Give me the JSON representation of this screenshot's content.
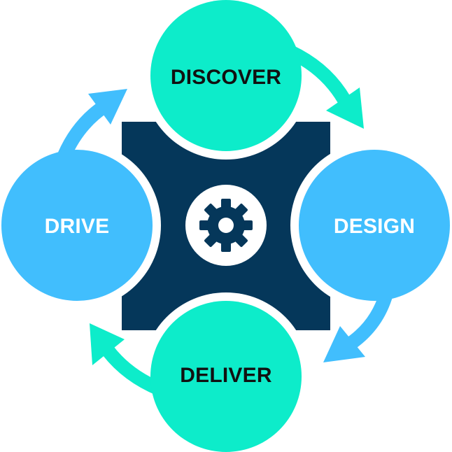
{
  "diagram": {
    "center_icon": "gear-icon",
    "stages": {
      "discover": {
        "label": "DISCOVER",
        "color": "#0DECCA",
        "text_color": "#111111"
      },
      "design": {
        "label": "DESIGN",
        "color": "#41BEFD",
        "text_color": "#FFFFFF"
      },
      "deliver": {
        "label": "DELIVER",
        "color": "#0DECCA",
        "text_color": "#111111"
      },
      "drive": {
        "label": "DRIVE",
        "color": "#41BEFD",
        "text_color": "#FFFFFF"
      }
    },
    "colors": {
      "hub": "#05375A",
      "gear": "#05375A",
      "gear_background": "#FFFFFF",
      "arrow_teal": "#0DECCA",
      "arrow_blue": "#41BEFD"
    }
  }
}
